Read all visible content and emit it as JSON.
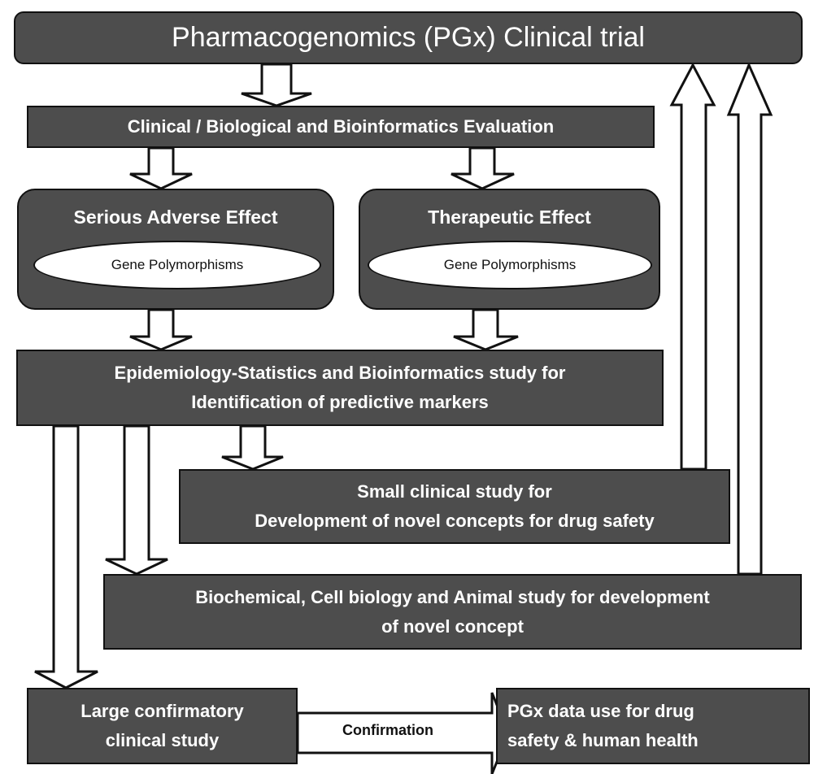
{
  "diagram": {
    "title": "Pharmacogenomics (PGx) Clinical trial",
    "evaluation": "Clinical / Biological and Bioinformatics Evaluation",
    "effects": [
      {
        "title": "Serious Adverse Effect",
        "sub": "Gene Polymorphisms"
      },
      {
        "title": "Therapeutic Effect",
        "sub": "Gene Polymorphisms"
      }
    ],
    "epidemiology": {
      "line1": "Epidemiology-Statistics and Bioinformatics study for",
      "line2": "Identification of predictive markers"
    },
    "small_study": {
      "line1": "Small clinical study for",
      "line2": "Development of novel concepts for drug safety"
    },
    "bio_study": {
      "line1": "Biochemical, Cell biology and Animal study for development",
      "line2": "of novel concept"
    },
    "large_study": {
      "line1": "Large confirmatory",
      "line2": "clinical study"
    },
    "pgx_use": {
      "line1": "PGx data use for drug",
      "line2": "safety & human health"
    },
    "confirmation_label": "Confirmation"
  },
  "colors": {
    "box_fill": "#4d4d4d",
    "box_text": "#ffffff",
    "outline": "#111111",
    "arrow_fill": "#ffffff"
  }
}
